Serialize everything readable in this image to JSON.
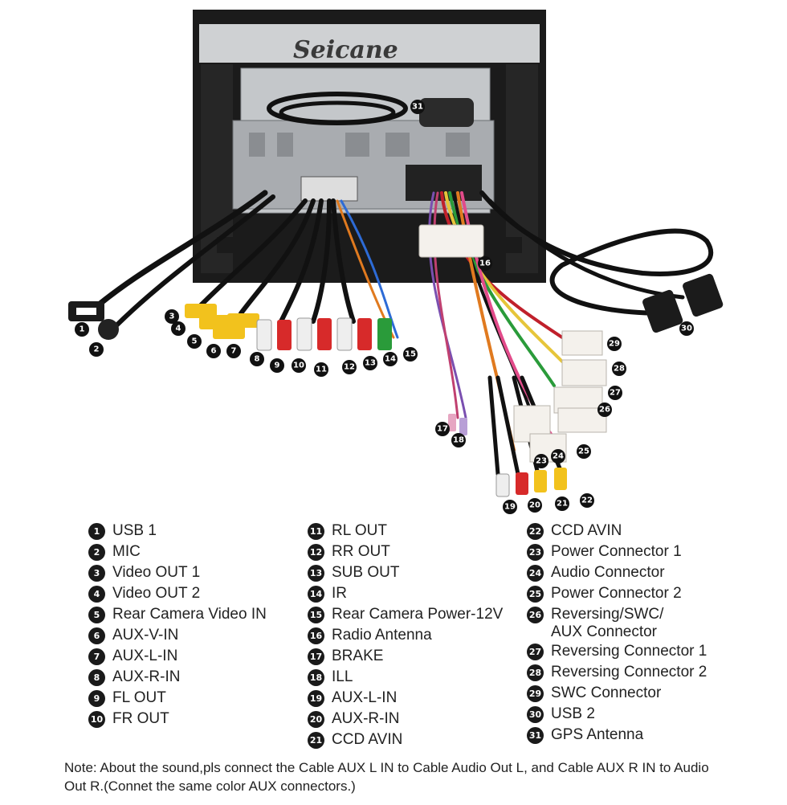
{
  "watermark": "Seicane",
  "legend": {
    "col1": [
      {
        "num": "1",
        "label": "USB 1"
      },
      {
        "num": "2",
        "label": "MIC"
      },
      {
        "num": "3",
        "label": "Video OUT 1"
      },
      {
        "num": "4",
        "label": "Video OUT 2"
      },
      {
        "num": "5",
        "label": "Rear Camera Video IN"
      },
      {
        "num": "6",
        "label": "AUX-V-IN"
      },
      {
        "num": "7",
        "label": "AUX-L-IN"
      },
      {
        "num": "8",
        "label": "AUX-R-IN"
      },
      {
        "num": "9",
        "label": "FL OUT"
      },
      {
        "num": "10",
        "label": "FR OUT"
      }
    ],
    "col2": [
      {
        "num": "11",
        "label": "RL OUT"
      },
      {
        "num": "12",
        "label": "RR OUT"
      },
      {
        "num": "13",
        "label": "SUB OUT"
      },
      {
        "num": "14",
        "label": "IR"
      },
      {
        "num": "15",
        "label": "Rear Camera Power-12V"
      },
      {
        "num": "16",
        "label": "Radio Antenna"
      },
      {
        "num": "17",
        "label": "BRAKE"
      },
      {
        "num": "18",
        "label": "ILL"
      },
      {
        "num": "19",
        "label": "AUX-L-IN"
      },
      {
        "num": "20",
        "label": "AUX-R-IN"
      },
      {
        "num": "21",
        "label": "CCD AVIN"
      }
    ],
    "col3": [
      {
        "num": "22",
        "label": "CCD AVIN"
      },
      {
        "num": "23",
        "label": "Power Connector 1"
      },
      {
        "num": "24",
        "label": "Audio Connector"
      },
      {
        "num": "25",
        "label": "Power Connector 2"
      },
      {
        "num": "26",
        "label": "Reversing/SWC/\nAUX Connector"
      },
      {
        "num": "27",
        "label": "Reversing Connector 1"
      },
      {
        "num": "28",
        "label": "Reversing Connector 2"
      },
      {
        "num": "29",
        "label": "SWC Connector"
      },
      {
        "num": "30",
        "label": "USB 2"
      },
      {
        "num": "31",
        "label": "GPS Antenna"
      }
    ]
  },
  "note": "Note: About the sound,pls connect the Cable AUX L IN to Cable Audio Out L, and Cable AUX R IN to Audio Out R.(Connet the same color AUX connectors.)"
}
